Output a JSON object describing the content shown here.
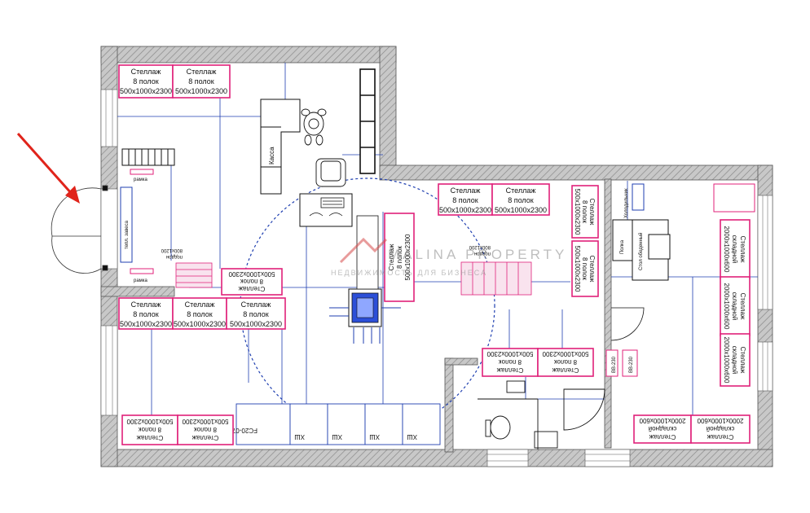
{
  "watermark": {
    "brand": "MALINA PROPERTY",
    "tagline": "НЕДВИЖИМОСТЬ ДЛЯ БИЗНЕСА"
  },
  "top_left_racks": [
    {
      "title": "Стеллаж",
      "shelves": "8 полок",
      "size": "500x1000x2300"
    },
    {
      "title": "Стеллаж",
      "shelves": "8 полок",
      "size": "500x1000x2300"
    }
  ],
  "mid_left_racks": [
    {
      "title": "Стеллаж",
      "shelves": "8 полок",
      "size": "500x1000x2300"
    },
    {
      "title": "Стеллаж",
      "shelves": "8 полок",
      "size": "500x1000x2300"
    },
    {
      "title": "Стеллаж",
      "shelves": "8 полок",
      "size": "500x1000x2300"
    }
  ],
  "rotated_rack": {
    "title": "Стеллаж",
    "shelves": "8 полок",
    "size": "500x1000x2300"
  },
  "center_vertical_rack": {
    "title": "Стеллаж",
    "shelves": "8 полок",
    "size": "500x1000x2300"
  },
  "center_top_racks": [
    {
      "title": "Стеллаж",
      "shelves": "8 полок",
      "size": "500x1000x2300"
    },
    {
      "title": "Стеллаж",
      "shelves": "8 полок",
      "size": "500x1000x2300"
    }
  ],
  "right_vertical_racks": [
    {
      "title": "Стеллаж",
      "shelves": "8 полок",
      "size": "500x1000x2300"
    },
    {
      "title": "Стеллаж",
      "shelves": "8 полок",
      "size": "500x1000x2300"
    }
  ],
  "bottom_center_racks": [
    {
      "title": "Стеллаж",
      "shelves": "8 полок",
      "size": "500x1000x2300"
    },
    {
      "title": "Стеллаж",
      "shelves": "8 полок",
      "size": "500x1000x2300"
    }
  ],
  "bottom_left_racks": [
    {
      "title": "Стеллаж",
      "shelves": "8 полок",
      "size": "500x1000x2300"
    },
    {
      "title": "Стеллаж",
      "shelves": "8 полок",
      "size": "500x1000x2300"
    }
  ],
  "folding_racks": [
    {
      "title": "Стеллаж",
      "shelves": "складной",
      "size": "2000x1000x600"
    },
    {
      "title": "Стеллаж",
      "shelves": "складной",
      "size": "2000x1000x600"
    },
    {
      "title": "Стеллаж",
      "shelves": "складной",
      "size": "2000x1000x600"
    }
  ],
  "bottom_folding_racks": [
    {
      "title": "Стеллаж",
      "shelves": "складной",
      "size": "2000x1000x600"
    },
    {
      "title": "Стеллаж",
      "shelves": "складной",
      "size": "2000x1000x600"
    }
  ],
  "labels": {
    "cashier": "Касса",
    "frame_top": "рамка",
    "frame_bottom": "рамка",
    "thermal_curtain": "тепл. завеса",
    "pallet_left_1": "поддон",
    "pallet_left_2": "800x1200",
    "pallet_right_1": "поддон",
    "pallet_right_2": "800x1200",
    "shelf": "Полка",
    "fridge": "Холодильник",
    "lunch_table": "Стол обеденный",
    "fc_label": "FC20-07",
    "hsh": "ХШ",
    "small_right_1": "ВВ-230",
    "small_right_2": "ВВ-230"
  },
  "colors": {
    "wall": "#9a9a9a",
    "rack": "#e0217a",
    "line": "#1f3fb0",
    "dark": "#111111",
    "arrow": "#e0241b",
    "circle": "#1f3fb0",
    "watermark": "#d64a4a"
  }
}
